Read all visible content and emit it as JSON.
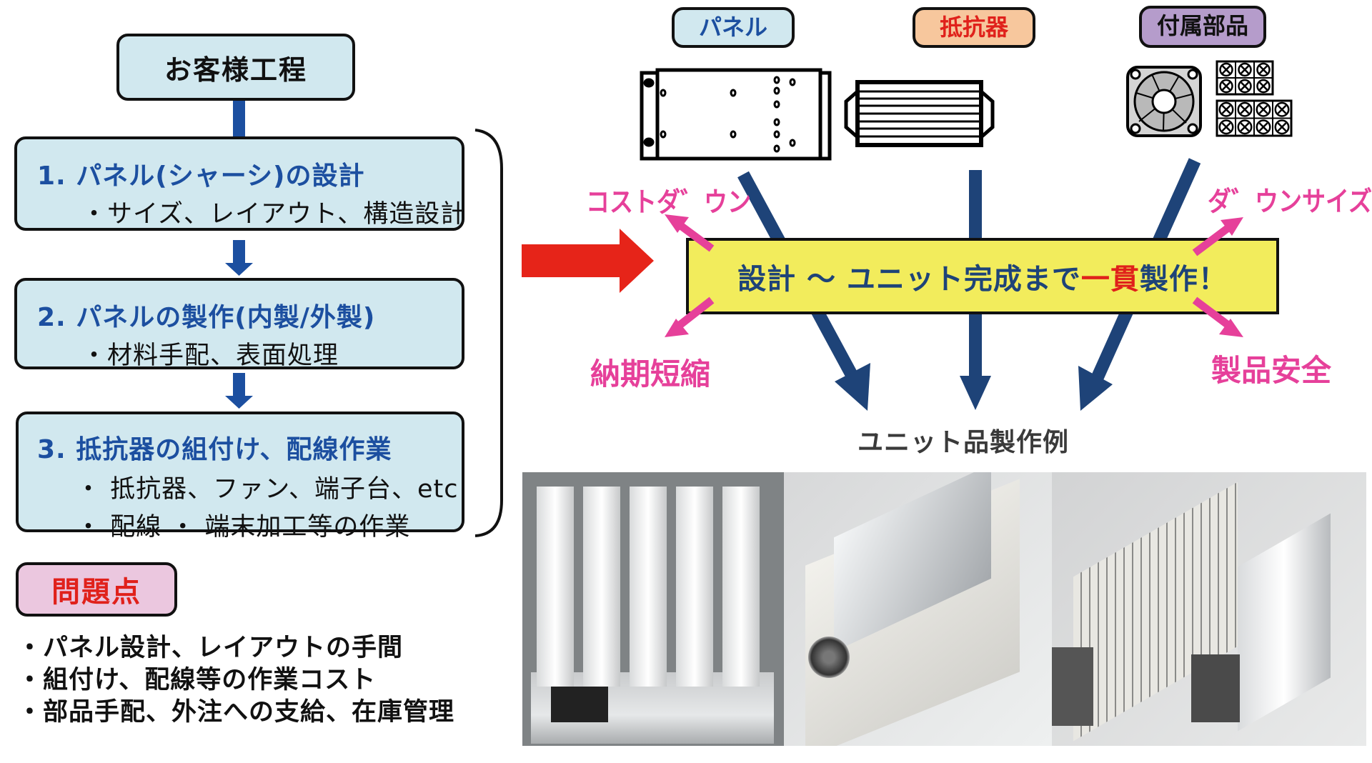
{
  "flow": {
    "heading": "お客様工程",
    "steps": [
      {
        "title": "1. パネル(シャーシ)の設計",
        "lines": [
          "・サイズ、レイアウト、構造設計"
        ]
      },
      {
        "title": "2. パネルの製作(内製/外製)",
        "lines": [
          "・材料手配、表面処理"
        ]
      },
      {
        "title": "3. 抵抗器の組付け、配線作業",
        "lines": [
          "・ 抵抗器、ファン、端子台、etc",
          "・ 配線 ・ 端末加工等の作業"
        ]
      }
    ]
  },
  "problems": {
    "label": "問題点",
    "items": [
      "・パネル設計、レイアウトの手間",
      "・組付け、配線等の作業コスト",
      "・部品手配、外注への支給、在庫管理"
    ]
  },
  "components": [
    {
      "label": "パネル",
      "color": "#d1e8ef",
      "text_color": "#1c4fa0",
      "icon": "panel-icon"
    },
    {
      "label": "抵抗器",
      "color": "#f7c79d",
      "text_color": "#e0211b",
      "icon": "resistor-icon"
    },
    {
      "label": "付属部品",
      "color": "#b59ccb",
      "text_color": "#111111",
      "icon": "fan-and-terminal-icon"
    }
  ],
  "banner": {
    "prefix": "設計 〜 ユニット完成まで",
    "highlight": "一貫",
    "suffix": "製作！",
    "bg_color": "#f2ec5c",
    "text_color": "#1e4378",
    "highlight_color": "#e0211b"
  },
  "benefits": {
    "top_left": "コストダ゛ウン",
    "bottom_left": "納期短縮",
    "top_right": "ダ゛ウンサイズ゛",
    "bottom_right": "製品安全",
    "color": "#e6409a"
  },
  "examples": {
    "caption": "ユニット品製作例",
    "photos": [
      "resistor-panel-assembly-photo",
      "enclosed-resistor-unit-with-fan-photo",
      "ventilated-resistor-unit-photo"
    ]
  },
  "colors": {
    "flow_arrow": "#1c4fa0",
    "merge_arrow": "#1e4378",
    "big_arrow": "#e62419"
  }
}
